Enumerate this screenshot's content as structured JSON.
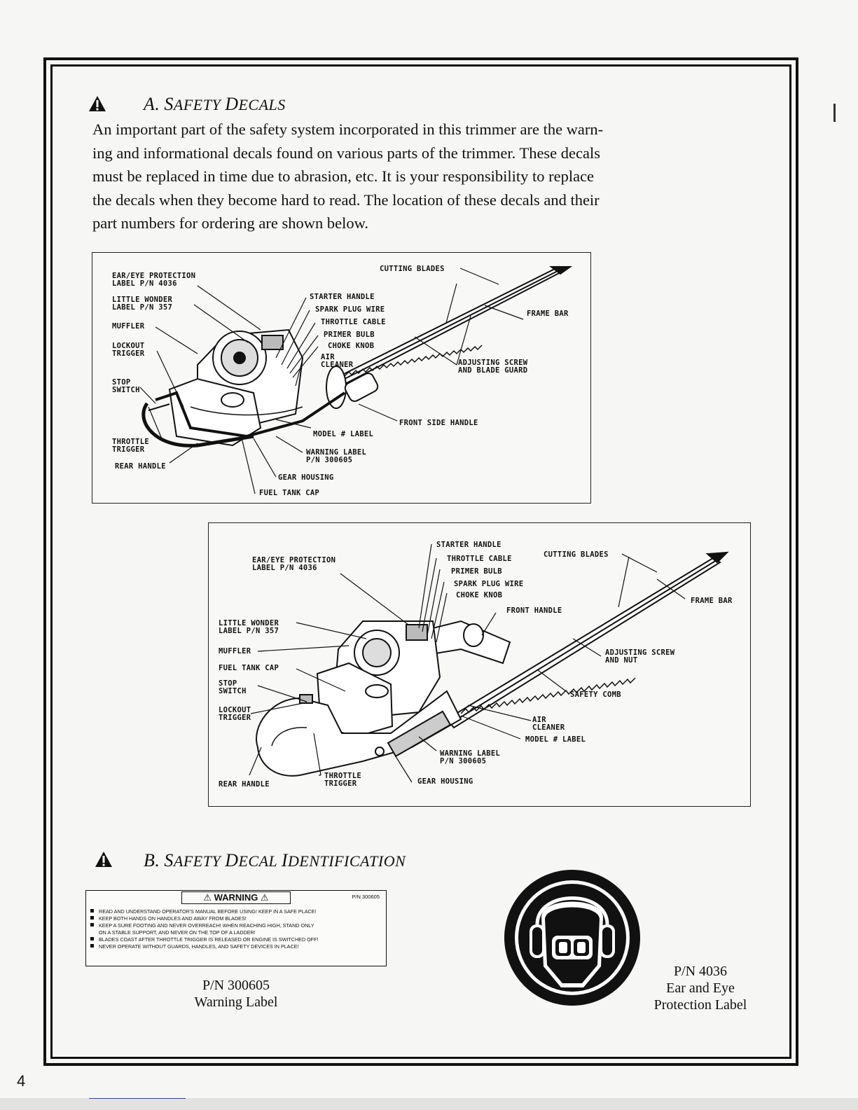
{
  "section_a": {
    "letter": "A.",
    "title_first": "S",
    "title_rest1": "AFETY",
    "title_second": "D",
    "title_rest2": "ECALS",
    "intro_lines": [
      "An important part of the safety system incorporated in this trimmer are the warn-",
      "ing and informational decals found on various parts of the trimmer.  These decals",
      "must be replaced in time due to abrasion, etc.  It is your responsibility to replace",
      "the decals when they become hard to read.  The location of these decals and their",
      "part numbers for ordering are shown below."
    ]
  },
  "diagram1": {
    "callouts": {
      "ear_eye": "EAR/EYE PROTECTION\nLABEL P/N 4036",
      "little_wonder": "LITTLE WONDER\nLABEL P/N 357",
      "muffler": "MUFFLER",
      "lockout": "LOCKOUT\nTRIGGER",
      "stop": "STOP\nSWITCH",
      "throttle_trigger": "THROTTLE\nTRIGGER",
      "rear_handle": "REAR HANDLE",
      "starter": "STARTER HANDLE",
      "spark": "SPARK PLUG WIRE",
      "throttle_cable": "THROTTLE CABLE",
      "primer": "PRIMER BULB",
      "choke": "CHOKE KNOB",
      "air": "AIR\nCLEANER",
      "cutting": "CUTTING BLADES",
      "frame": "FRAME BAR",
      "adjusting": "ADJUSTING SCREW\nAND BLADE GUARD",
      "front_side": "FRONT SIDE HANDLE",
      "model": "MODEL # LABEL",
      "warning": "WARNING LABEL\nP/N 300605",
      "gear": "GEAR HOUSING",
      "fuel": "FUEL TANK CAP"
    }
  },
  "diagram2": {
    "callouts": {
      "ear_eye": "EAR/EYE PROTECTION\nLABEL P/N 4036",
      "starter": "STARTER HANDLE",
      "throttle_cable": "THROTTLE CABLE",
      "primer": "PRIMER BULB",
      "spark": "SPARK PLUG WIRE",
      "choke": "CHOKE KNOB",
      "cutting": "CUTTING BLADES",
      "frame": "FRAME BAR",
      "front": "FRONT HANDLE",
      "little_wonder": "LITTLE WONDER\nLABEL P/N 357",
      "muffler": "MUFFLER",
      "fuel": "FUEL TANK CAP",
      "stop": "STOP\nSWITCH",
      "lockout": "LOCKOUT\nTRIGGER",
      "adjusting": "ADJUSTING SCREW\nAND NUT",
      "safety_comb": "SAFETY COMB",
      "air": "AIR\nCLEANER",
      "model": "MODEL # LABEL",
      "warning": "WARNING LABEL\nP/N 300605",
      "gear": "GEAR HOUSING",
      "rear_handle": "REAR HANDLE",
      "throttle_trigger": "THROTTLE\nTRIGGER"
    }
  },
  "section_b": {
    "letter": "B.",
    "w1a": "S",
    "w1b": "AFETY",
    "w2a": "D",
    "w2b": "ECAL",
    "w3a": "I",
    "w3b": "DENTIFICATION"
  },
  "warning_label": {
    "heading": "WARNING",
    "pn": "P/N 300605",
    "lines": [
      "READ AND UNDERSTAND OPERATOR'S MANUAL BEFORE USING! KEEP IN A SAFE PLACE!",
      "KEEP BOTH HANDS ON HANDLES AND AWAY FROM BLADES!",
      "KEEP A SURE FOOTING AND NEVER OVERREACH!  WHEN REACHING HIGH, STAND ONLY",
      "ON A STABLE SUPPORT, AND NEVER ON THE TOP OF A LADDER!",
      "BLADES COAST AFTER THROTTLE TRIGGER IS RELEASED OR ENGINE IS SWITCHED OFF!",
      "NEVER OPERATE WITHOUT GUARDS, HANDLES, AND SAFETY DEVICES IN PLACE!"
    ],
    "caption_pn": "P/N 300605",
    "caption_name": "Warning Label"
  },
  "ear_eye_label": {
    "caption_pn": "P/N 4036",
    "caption_line1": "Ear and Eye",
    "caption_line2": "Protection Label"
  },
  "page_number": "4"
}
